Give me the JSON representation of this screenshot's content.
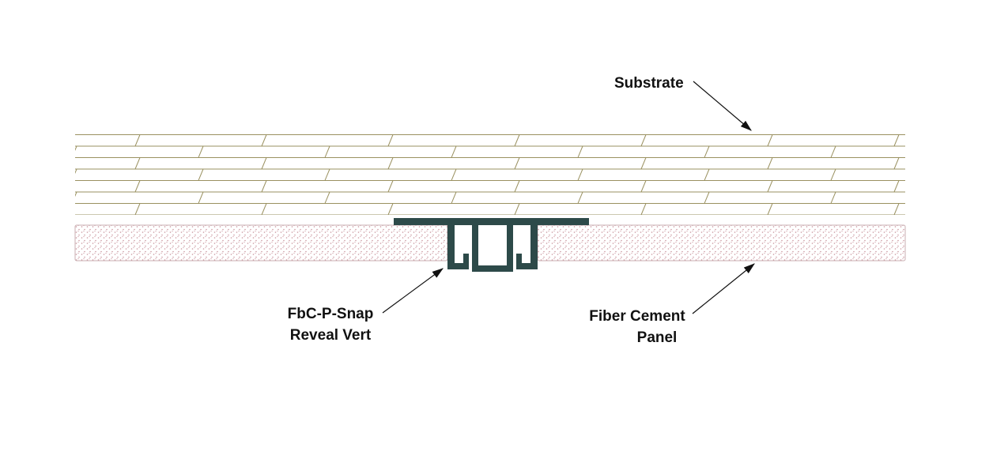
{
  "diagram": {
    "labels": {
      "substrate": "Substrate",
      "reveal_line1": "FbC-P-Snap",
      "reveal_line2": "Reveal Vert",
      "panel_line1": "Fiber Cement",
      "panel_line2": "Panel"
    },
    "colors": {
      "background": "#ffffff",
      "substrate_hatch": "#9a9160",
      "panel_stipple": "#c9949c",
      "panel_outline": "#c9aeb1",
      "profile": "#2d4a49",
      "leader": "#111111",
      "text": "#111111"
    }
  }
}
